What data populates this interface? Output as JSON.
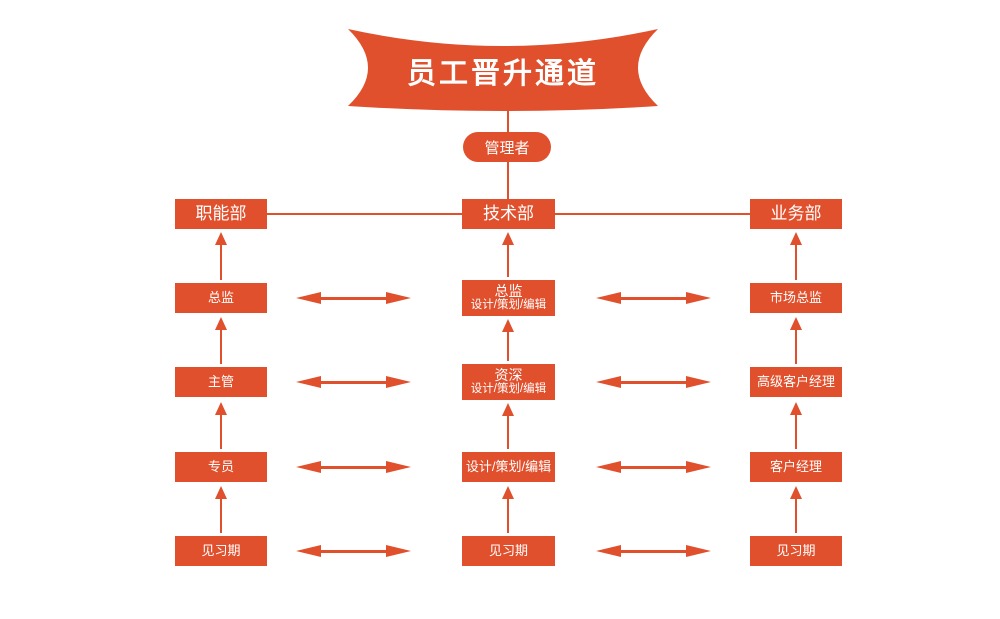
{
  "title": "员工晋升通道",
  "manager_label": "管理者",
  "colors": {
    "primary": "#E0502D",
    "background": "#FFFFFF",
    "text_on_primary": "#FFFFFF"
  },
  "departments": [
    {
      "name": "职能部",
      "levels": [
        {
          "label": "总监"
        },
        {
          "label": "主管"
        },
        {
          "label": "专员"
        },
        {
          "label": "见习期"
        }
      ]
    },
    {
      "name": "技术部",
      "levels": [
        {
          "label": "总监",
          "sublabel": "设计/策划/编辑"
        },
        {
          "label": "资深",
          "sublabel": "设计/策划/编辑"
        },
        {
          "label": "设计/策划/编辑"
        },
        {
          "label": "见习期"
        }
      ]
    },
    {
      "name": "业务部",
      "levels": [
        {
          "label": "市场总监"
        },
        {
          "label": "高级客户经理"
        },
        {
          "label": "客户经理"
        },
        {
          "label": "见习期"
        }
      ]
    }
  ]
}
